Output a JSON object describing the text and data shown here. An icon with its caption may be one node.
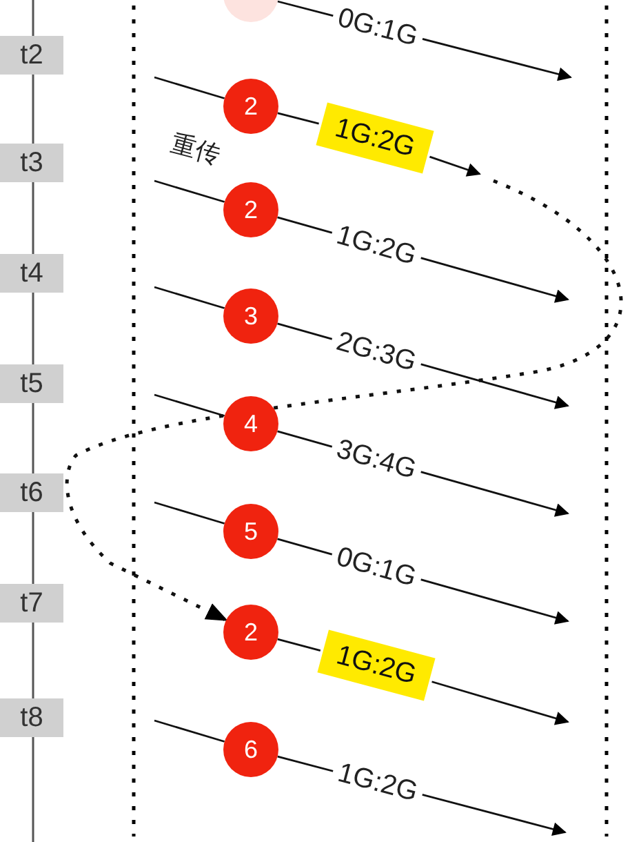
{
  "diagram": {
    "nodes": [
      {
        "text": [
          "t2"
        ]
      },
      {
        "text": [
          "t3"
        ]
      },
      {
        "text": [
          "t4"
        ]
      },
      {
        "text": [
          "t5"
        ]
      },
      {
        "text": [
          "t6"
        ]
      },
      {
        "text": [
          "t7"
        ]
      },
      {
        "text": [
          "t8"
        ]
      },
      {
        "text": [],
        "shape": "circle"
      },
      {
        "text": [
          "2"
        ]
      },
      {
        "text": [
          "1G:2G"
        ]
      },
      {
        "text": [
          "2"
        ]
      },
      {
        "text": [
          "3"
        ]
      },
      {
        "text": [
          "4"
        ]
      },
      {
        "text": [
          "5"
        ]
      },
      {
        "text": [
          "2"
        ]
      },
      {
        "text": [
          "1G:2G"
        ]
      },
      {
        "text": [
          "6"
        ]
      }
    ],
    "edges": [
      {
        "from": 7,
        "to": null,
        "arrow": "to",
        "label": "0G:1G"
      },
      {
        "from": null,
        "to": 8,
        "arrow": "none"
      },
      {
        "from": 8,
        "to": 9,
        "arrow": "none"
      },
      {
        "from": 9,
        "to": null,
        "arrow": "to"
      },
      {
        "from": null,
        "to": 10,
        "arrow": "none"
      },
      {
        "from": 10,
        "to": null,
        "arrow": "to",
        "label": "1G:2G"
      },
      {
        "from": null,
        "to": 11,
        "arrow": "none"
      },
      {
        "from": 11,
        "to": null,
        "arrow": "to",
        "label": "2G:3G"
      },
      {
        "from": null,
        "to": 12,
        "arrow": "none"
      },
      {
        "from": 12,
        "to": null,
        "arrow": "to",
        "label": "3G:4G"
      },
      {
        "from": null,
        "to": 13,
        "arrow": "none"
      },
      {
        "from": 13,
        "to": null,
        "arrow": "to",
        "label": "0G:1G"
      },
      {
        "from": 14,
        "to": 15,
        "arrow": "none"
      },
      {
        "from": 15,
        "to": null,
        "arrow": "to"
      },
      {
        "from": null,
        "to": 16,
        "arrow": "none"
      },
      {
        "from": 16,
        "to": null,
        "arrow": "to",
        "label": "1G:2G"
      },
      {
        "from": null,
        "to": 14,
        "arrow": "to",
        "style": "dashed"
      }
    ],
    "labels": [
      "重传"
    ]
  }
}
